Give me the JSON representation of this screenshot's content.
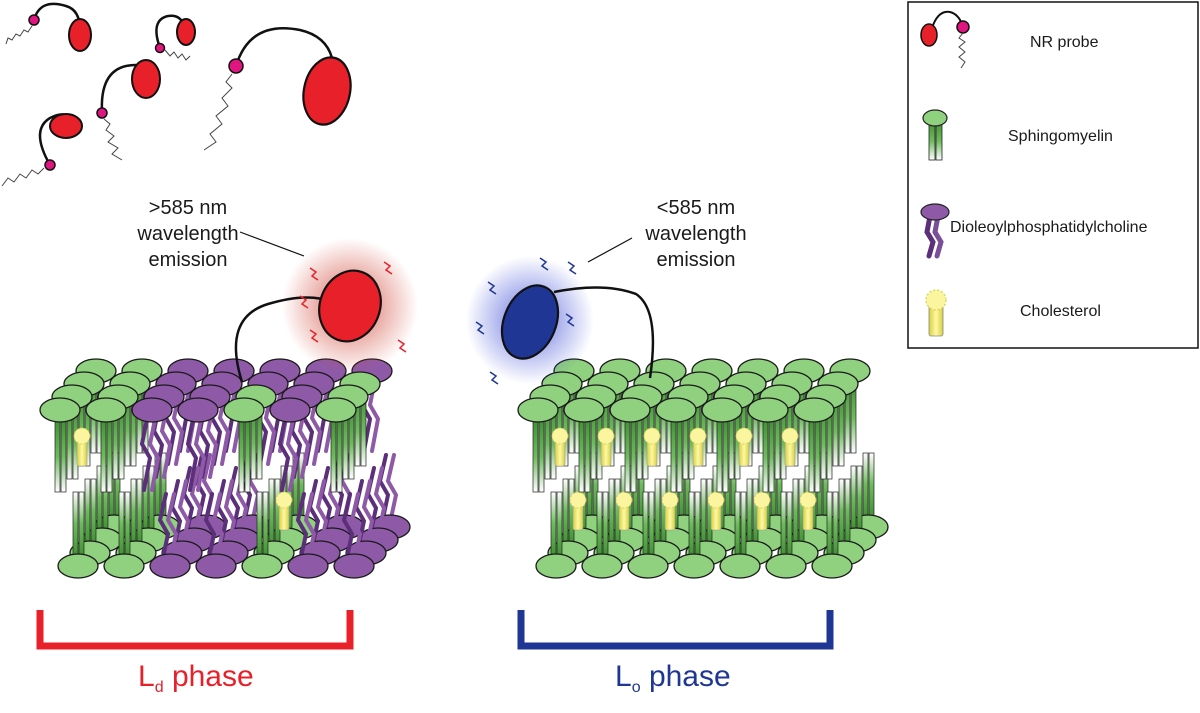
{
  "emission_left": {
    "line1": ">585 nm",
    "line2": "wavelength",
    "line3": "emission"
  },
  "emission_right": {
    "line1": "<585 nm",
    "line2": "wavelength",
    "line3": "emission"
  },
  "legend": {
    "items": [
      {
        "label": "NR probe"
      },
      {
        "label": "Sphingomyelin"
      },
      {
        "label": "Dioleoylphosphatidylcholine"
      },
      {
        "label": "Cholesterol"
      }
    ]
  },
  "phases": {
    "left": {
      "main": "L",
      "sub": "d",
      "word": "phase",
      "color": "#e8202a"
    },
    "right": {
      "main": "L",
      "sub": "o",
      "word": "phase",
      "color": "#1f3694"
    }
  },
  "colors": {
    "probe_red": "#e8202a",
    "probe_blue": "#1f3694",
    "probe_head": "#e0157f",
    "sphingomyelin": "#8fd17e",
    "dopc": "#8e5aa8",
    "cholesterol": "#f2ec7a"
  }
}
